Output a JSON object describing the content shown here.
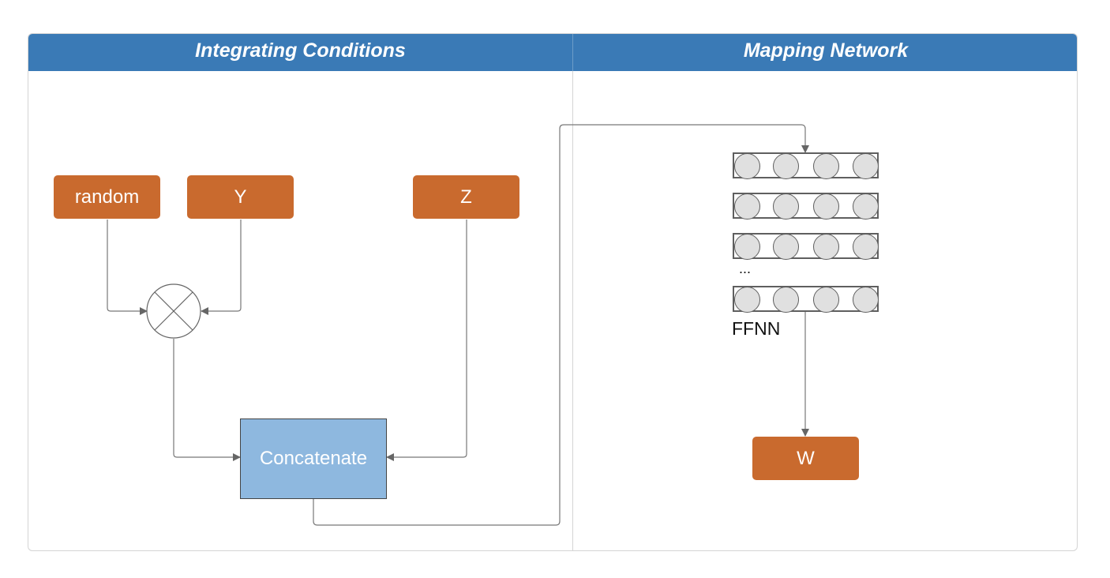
{
  "lanes": {
    "left_title": "Integrating Conditions",
    "right_title": "Mapping Network"
  },
  "nodes": {
    "random": "random",
    "y": "Y",
    "z": "Z",
    "concatenate": "Concatenate",
    "w": "W"
  },
  "ffnn": {
    "label": "FFNN",
    "ellipsis": "...",
    "layers": 4,
    "neurons_per_layer": 4
  },
  "colors": {
    "header": "#3a7ab6",
    "orange_node": "#c96a2e",
    "concat_fill": "#8eb8df",
    "neuron_fill": "#e0e0e0",
    "connector": "#666666"
  }
}
